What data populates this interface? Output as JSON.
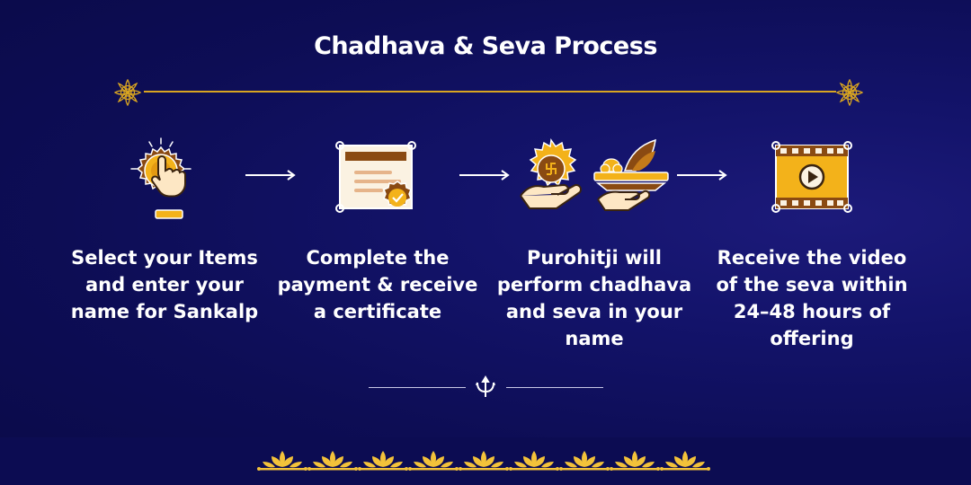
{
  "title": "Chadhava & Seva Process",
  "steps": [
    {
      "icon": "tap-button-icon",
      "text": "Select your Items and enter your name for Sankalp"
    },
    {
      "icon": "certificate-icon",
      "text": "Complete the payment & receive a certificate"
    },
    {
      "icon": "offering-hands-icon",
      "text": "Purohitji will perform chadhava and seva in your name"
    },
    {
      "icon": "video-film-icon",
      "text": "Receive the video of the seva within 24–48 hours of offering"
    }
  ],
  "colors": {
    "background": "#0d0d55",
    "accent_gold": "#d9a521",
    "bottom_strip": "#0c0c52"
  }
}
